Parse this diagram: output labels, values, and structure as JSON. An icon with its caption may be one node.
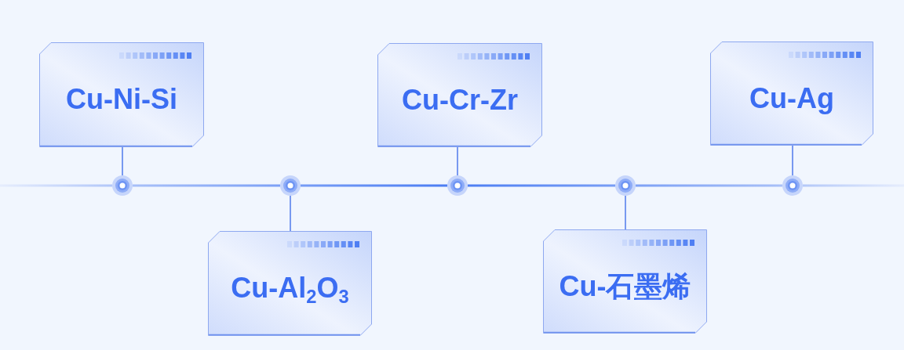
{
  "diagram": {
    "nodes": [
      {
        "text": [
          "Cu-Ni-Si"
        ]
      },
      {
        "text": [
          "Cu-Al$_{2}$O$_{3}$"
        ]
      },
      {
        "text": [
          "Cu-Cr-Zr"
        ]
      },
      {
        "text": [
          "Cu-石墨烯"
        ]
      },
      {
        "text": [
          "Cu-Ag"
        ]
      },
      {
        "text": [],
        "shape": "circle"
      },
      {
        "text": [],
        "shape": "circle"
      },
      {
        "text": [],
        "shape": "circle"
      },
      {
        "text": [],
        "shape": "circle"
      },
      {
        "text": [],
        "shape": "circle"
      }
    ],
    "edges": [
      {
        "from": 0,
        "to": 5,
        "arrow": "none"
      },
      {
        "from": 1,
        "to": 6,
        "arrow": "none"
      },
      {
        "from": 2,
        "to": 7,
        "arrow": "none"
      },
      {
        "from": 3,
        "to": 8,
        "arrow": "none"
      },
      {
        "from": 4,
        "to": 9,
        "arrow": "none"
      },
      {
        "from": 5,
        "to": 6,
        "arrow": "none"
      },
      {
        "from": 6,
        "to": 7,
        "arrow": "none"
      },
      {
        "from": 7,
        "to": 8,
        "arrow": "none"
      },
      {
        "from": 8,
        "to": 9,
        "arrow": "none"
      }
    ]
  }
}
